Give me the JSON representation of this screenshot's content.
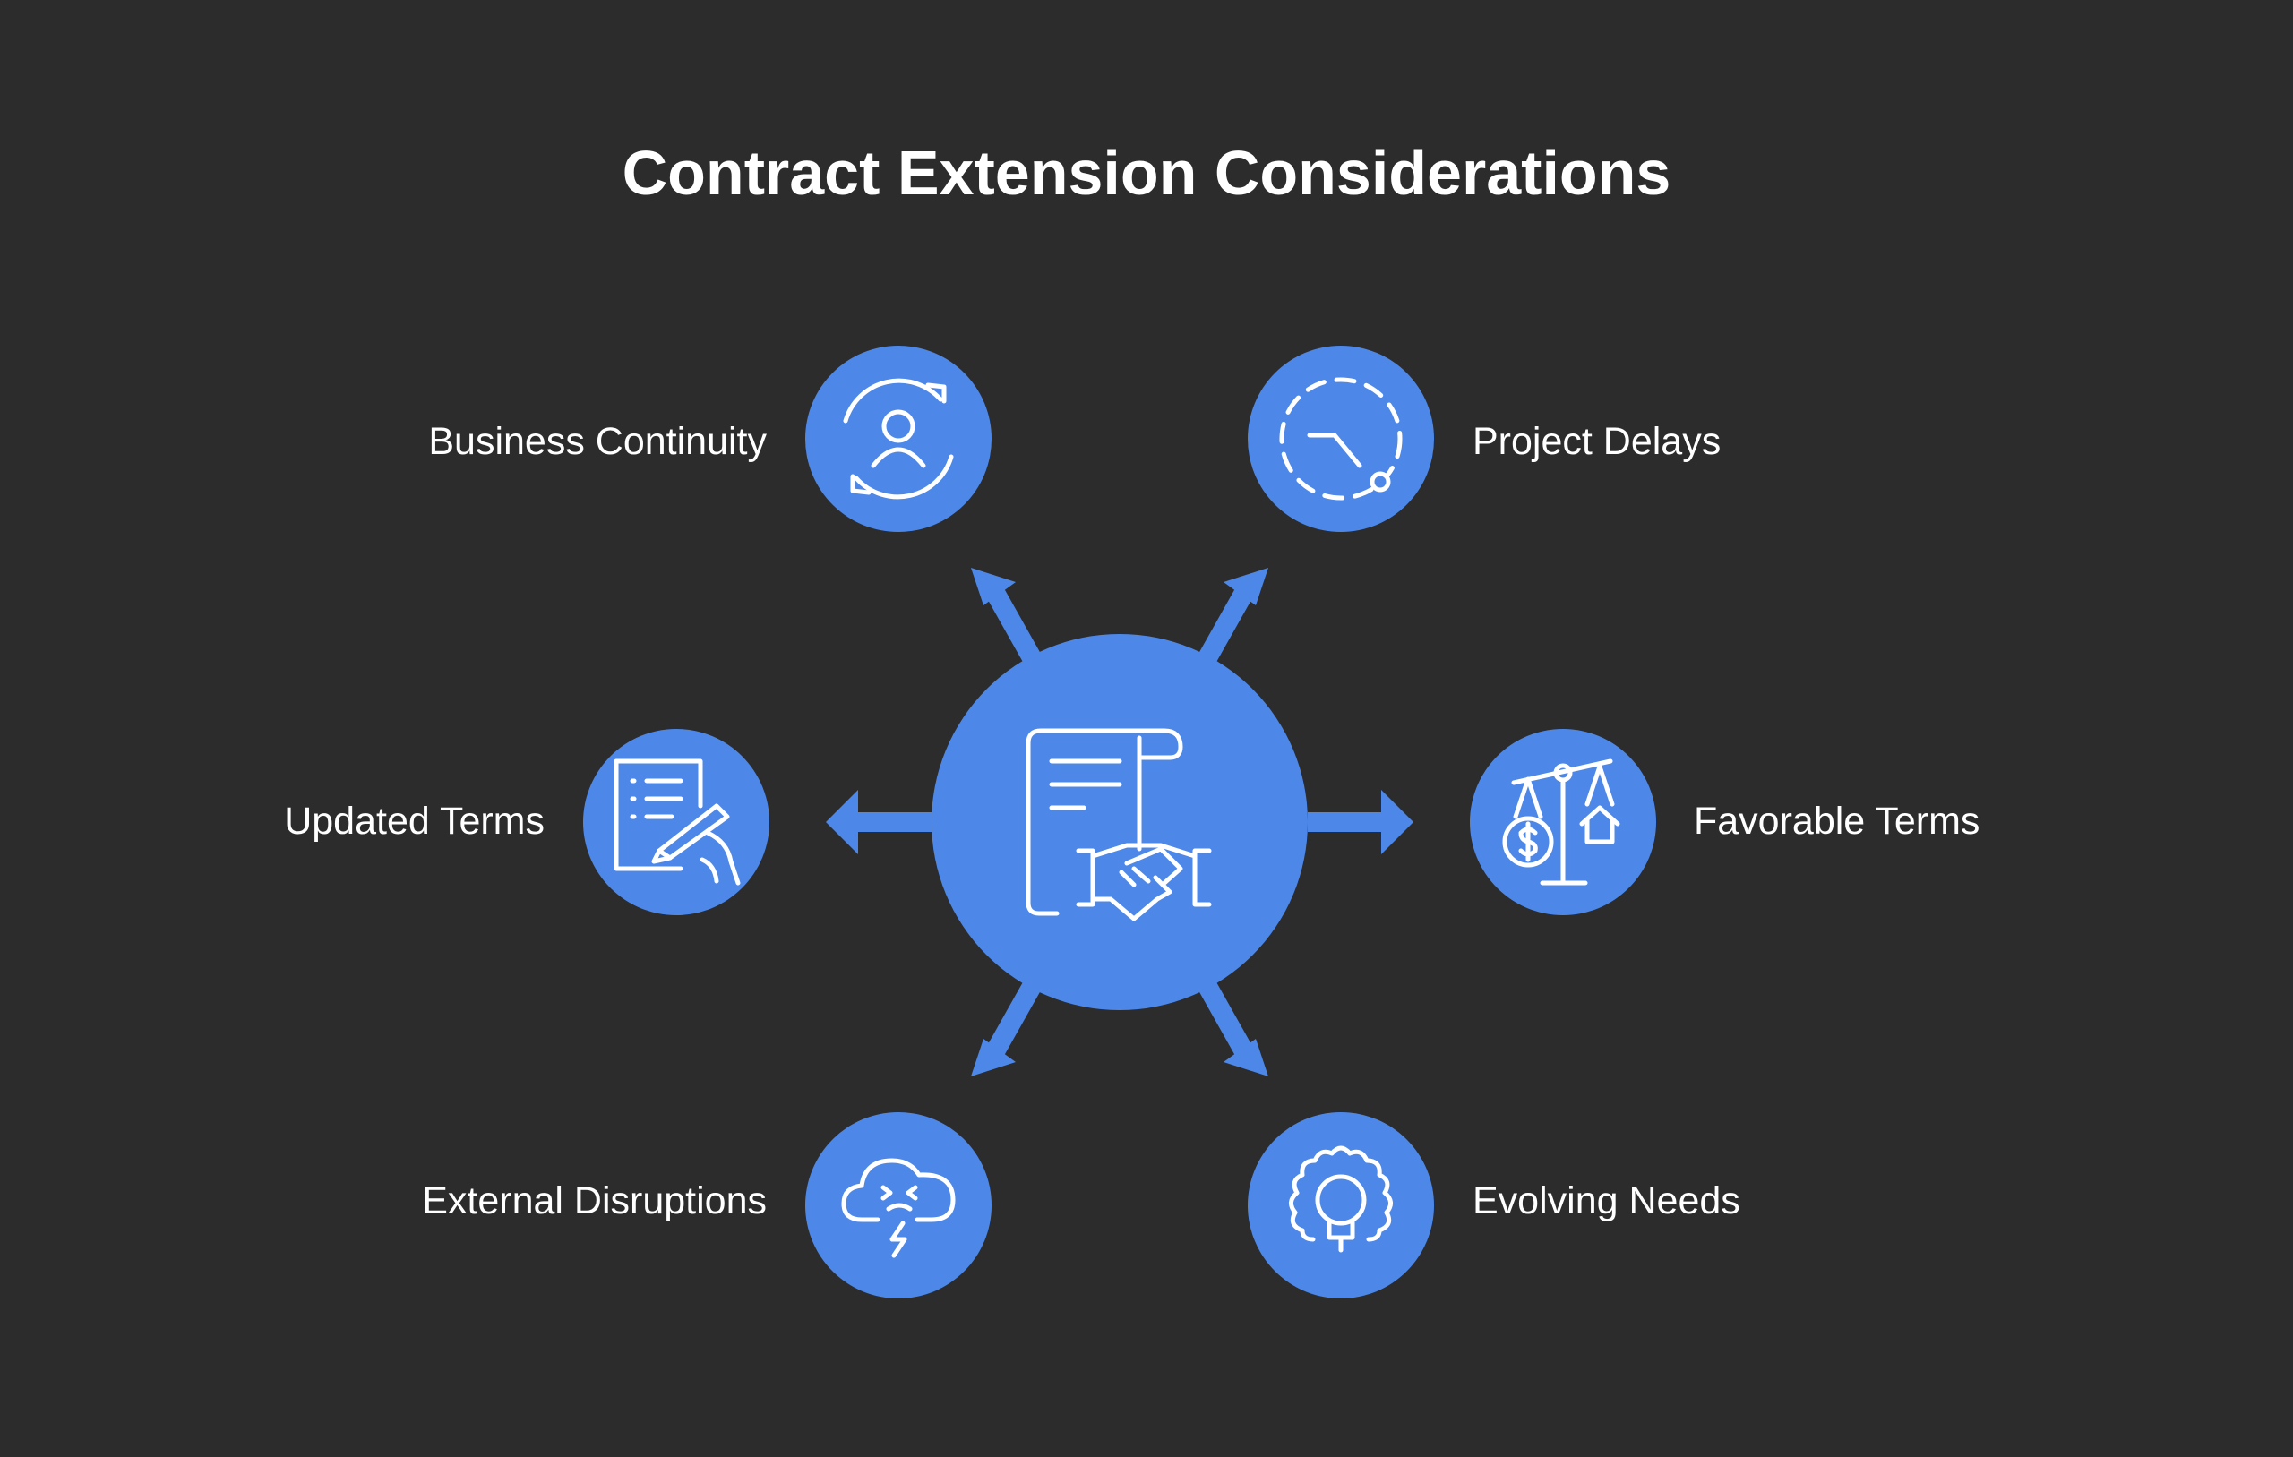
{
  "title": "Contract Extension Considerations",
  "colors": {
    "background": "#2c2c2c",
    "accent": "#4d88e8",
    "icon_stroke": "#ffffff",
    "text": "#ffffff"
  },
  "center": {
    "icon": "contract-handshake-icon"
  },
  "items": [
    {
      "key": "business-continuity",
      "label": "Business Continuity",
      "icon": "person-cycle-icon"
    },
    {
      "key": "project-delays",
      "label": "Project Delays",
      "icon": "dashed-clock-icon"
    },
    {
      "key": "updated-terms",
      "label": "Updated Terms",
      "icon": "document-signing-icon"
    },
    {
      "key": "favorable-terms",
      "label": "Favorable Terms",
      "icon": "balance-scale-icon"
    },
    {
      "key": "external-disruptions",
      "label": "External Disruptions",
      "icon": "storm-cloud-icon"
    },
    {
      "key": "evolving-needs",
      "label": "Evolving Needs",
      "icon": "gear-lightbulb-icon"
    }
  ]
}
